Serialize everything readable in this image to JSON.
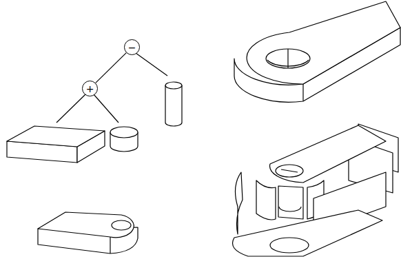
{
  "diagram": {
    "nodes": [
      {
        "text": [
          "−"
        ]
      },
      {
        "text": [
          "+"
        ]
      }
    ],
    "edges": [
      {
        "from": 0,
        "to": 1,
        "arrow": "none"
      }
    ]
  }
}
